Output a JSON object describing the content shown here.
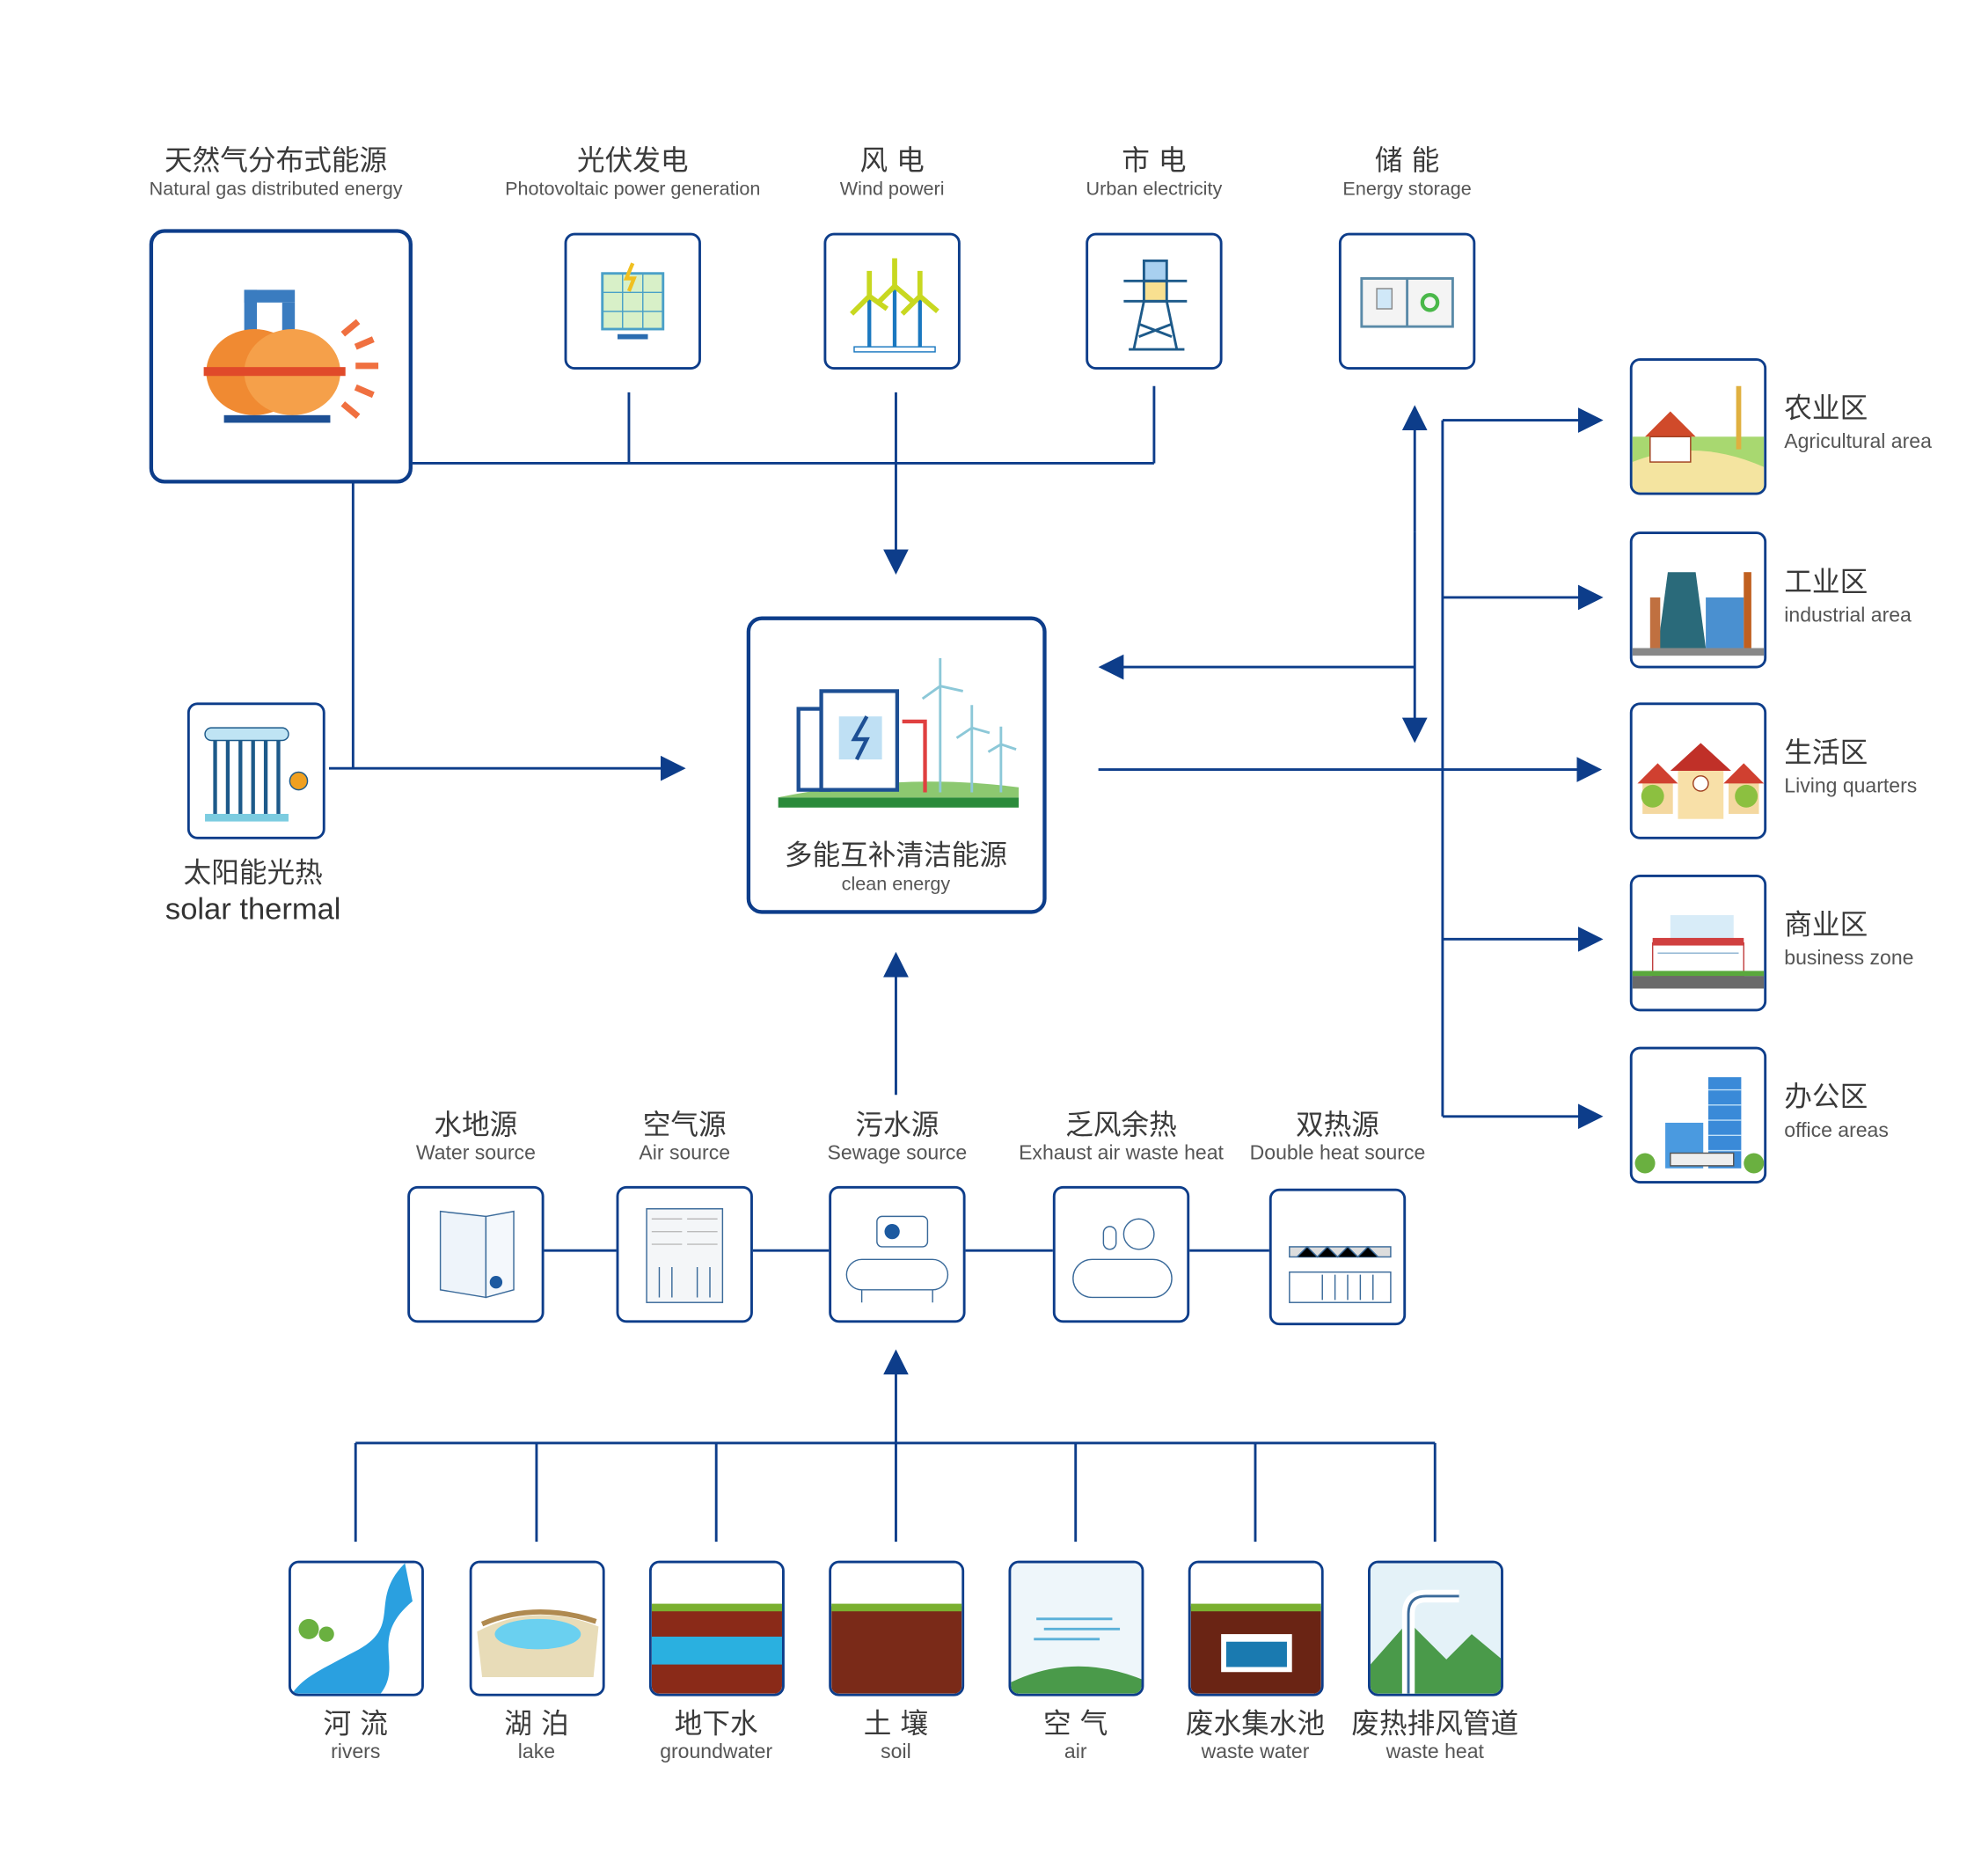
{
  "sources_top": [
    {
      "zh": "天然气分布式能源",
      "en": "Natural gas distributed energy",
      "icon": "gas-tank-icon"
    },
    {
      "zh": "光伏发电",
      "en": "Photovoltaic power generation",
      "icon": "solar-panel-icon"
    },
    {
      "zh": "风 电",
      "en": "Wind poweri",
      "icon": "wind-turbine-icon"
    },
    {
      "zh": "市 电",
      "en": "Urban electricity",
      "icon": "power-tower-icon"
    },
    {
      "zh": "储 能",
      "en": "Energy storage",
      "icon": "battery-storage-icon"
    }
  ],
  "solar_thermal": {
    "zh": "太阳能光热",
    "en": "solar thermal",
    "icon": "solar-collector-icon"
  },
  "center": {
    "zh": "多能互补清洁能源",
    "en": "clean energy",
    "icon": "clean-energy-icon"
  },
  "zones": [
    {
      "zh": "农业区",
      "en": "Agricultural area",
      "icon": "farm-icon"
    },
    {
      "zh": "工业区",
      "en": "industrial area",
      "icon": "factory-icon"
    },
    {
      "zh": "生活区",
      "en": "Living quarters",
      "icon": "houses-icon"
    },
    {
      "zh": "商业区",
      "en": "business zone",
      "icon": "mall-icon"
    },
    {
      "zh": "办公区",
      "en": "office  areas",
      "icon": "office-building-icon"
    }
  ],
  "heat_pumps": [
    {
      "zh": "水地源",
      "en": "Water source",
      "icon": "water-source-unit-icon"
    },
    {
      "zh": "空气源",
      "en": "Air source",
      "icon": "air-source-unit-icon"
    },
    {
      "zh": "污水源",
      "en": "Sewage source",
      "icon": "sewage-unit-icon"
    },
    {
      "zh": "乏风余热",
      "en": "Exhaust air waste heat",
      "icon": "exhaust-unit-icon"
    },
    {
      "zh": "双热源",
      "en": "Double heat source",
      "icon": "double-source-unit-icon"
    }
  ],
  "natural_sources": [
    {
      "zh": "河 流",
      "en": "rivers",
      "icon": "river-icon"
    },
    {
      "zh": "湖 泊",
      "en": "lake",
      "icon": "lake-icon"
    },
    {
      "zh": "地下水",
      "en": "groundwater",
      "icon": "groundwater-icon"
    },
    {
      "zh": "土 壤",
      "en": "soil",
      "icon": "soil-icon"
    },
    {
      "zh": "空 气",
      "en": "air",
      "icon": "air-icon"
    },
    {
      "zh": "废水集水池",
      "en": "waste water",
      "icon": "waste-water-icon"
    },
    {
      "zh": "废热排风管道",
      "en": "waste heat",
      "icon": "waste-heat-icon"
    }
  ],
  "colors": {
    "line": "#0d3d8a",
    "accent_orange": "#f08a32",
    "green": "#5aa83c",
    "water": "#2aa8d8"
  }
}
